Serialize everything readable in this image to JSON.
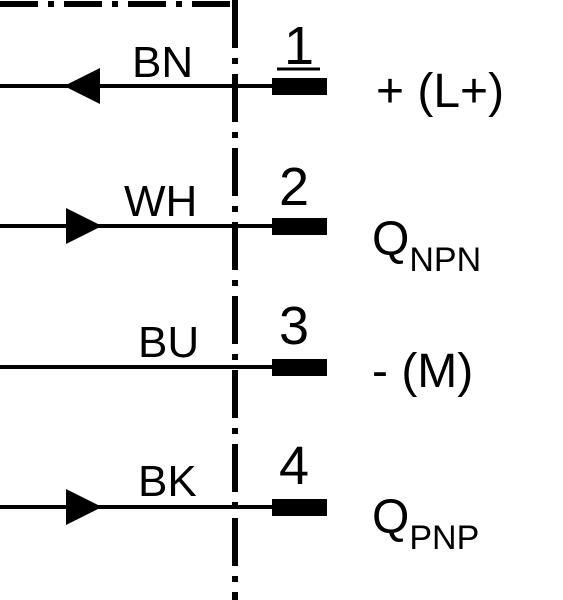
{
  "wires": [
    {
      "pin": "1",
      "color_code": "BN",
      "signal": "+ (L+)",
      "signal_base": "",
      "signal_sub": "",
      "arrow": "in"
    },
    {
      "pin": "2",
      "color_code": "WH",
      "signal": "",
      "signal_base": "Q",
      "signal_sub": "NPN",
      "arrow": "out"
    },
    {
      "pin": "3",
      "color_code": "BU",
      "signal": "- (M)",
      "signal_base": "",
      "signal_sub": "",
      "arrow": "none"
    },
    {
      "pin": "4",
      "color_code": "BK",
      "signal": "",
      "signal_base": "Q",
      "signal_sub": "PNP",
      "arrow": "out"
    }
  ],
  "colors": {
    "line": "#000000",
    "background": "#ffffff"
  }
}
